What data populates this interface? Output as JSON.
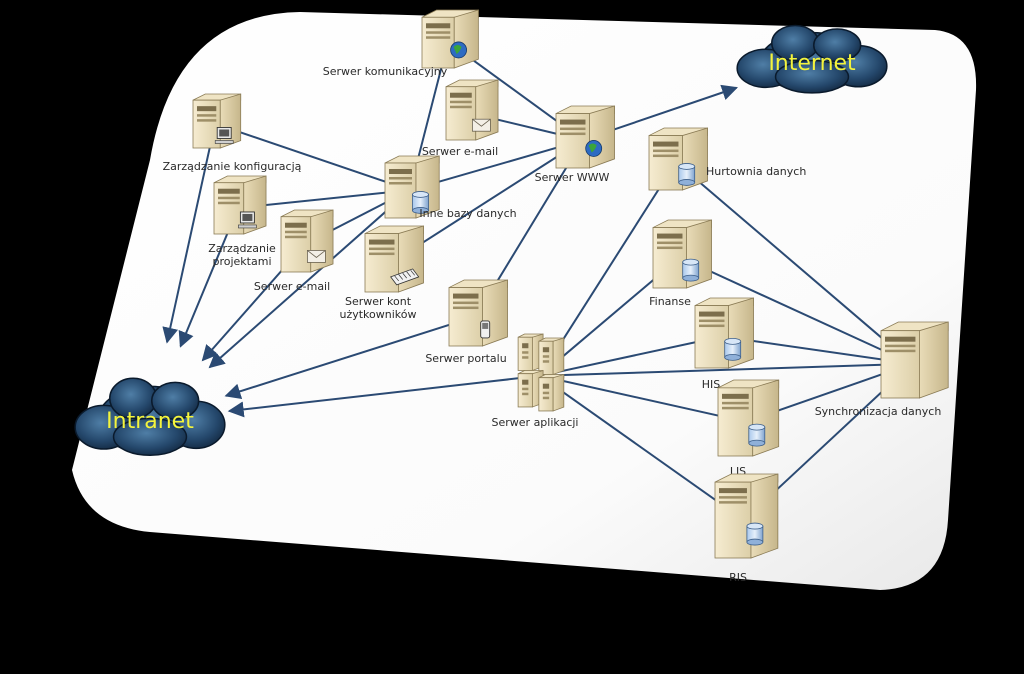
{
  "diagram": {
    "clouds": [
      {
        "id": "internet",
        "label": "Internet"
      },
      {
        "id": "intranet",
        "label": "Intranet"
      }
    ],
    "nodes": [
      {
        "id": "komunikacyjny",
        "label": "Serwer komunikacyjny",
        "badge": "globe"
      },
      {
        "id": "email1",
        "label": "Serwer e-mail",
        "badge": "mail"
      },
      {
        "id": "www",
        "label": "Serwer WWW",
        "badge": "globe"
      },
      {
        "id": "konfig",
        "label": "Zarządzanie konfiguracją",
        "badge": "pc"
      },
      {
        "id": "projekty",
        "label": "Zarządzanie\nprojektami",
        "badge": "pc"
      },
      {
        "id": "email2",
        "label": "Serwer e-mail",
        "badge": "mail"
      },
      {
        "id": "inne",
        "label": "Inne bazy danych",
        "badge": "db"
      },
      {
        "id": "konta",
        "label": "Serwer kont\nużytkowników",
        "badge": "keys"
      },
      {
        "id": "hurtownia",
        "label": "Hurtownia danych",
        "badge": "db"
      },
      {
        "id": "portal",
        "label": "Serwer portalu",
        "badge": "phone"
      },
      {
        "id": "finanse",
        "label": "Finanse",
        "badge": "db"
      },
      {
        "id": "his",
        "label": "HIS",
        "badge": "db"
      },
      {
        "id": "aplikacji",
        "label": "Serwer aplikacji",
        "badge": "cluster"
      },
      {
        "id": "sync",
        "label": "Synchronizacja danych",
        "badge": "none"
      },
      {
        "id": "lis",
        "label": "LIS",
        "badge": "db"
      },
      {
        "id": "ris",
        "label": "RIS",
        "badge": "db"
      }
    ],
    "edges": [
      [
        "komunikacyjny",
        "inne",
        false
      ],
      [
        "komunikacyjny",
        "www",
        false
      ],
      [
        "email1",
        "www",
        false
      ],
      [
        "konfig",
        "inne",
        false
      ],
      [
        "projekty",
        "inne",
        false
      ],
      [
        "email2",
        "inne",
        false
      ],
      [
        "inne",
        "www",
        false
      ],
      [
        "konta",
        "www",
        false
      ],
      [
        "www",
        "internet",
        true
      ],
      [
        "www",
        "portal",
        false
      ],
      [
        "konfig",
        "intranet",
        true
      ],
      [
        "projekty",
        "intranet",
        true
      ],
      [
        "email2",
        "intranet",
        true
      ],
      [
        "inne",
        "intranet",
        true
      ],
      [
        "portal",
        "intranet",
        true
      ],
      [
        "aplikacji",
        "intranet",
        true
      ],
      [
        "hurtownia",
        "aplikacji",
        false
      ],
      [
        "hurtownia",
        "sync",
        false
      ],
      [
        "finanse",
        "aplikacji",
        false
      ],
      [
        "finanse",
        "sync",
        false
      ],
      [
        "his",
        "aplikacji",
        false
      ],
      [
        "his",
        "sync",
        false
      ],
      [
        "lis",
        "aplikacji",
        false
      ],
      [
        "lis",
        "sync",
        false
      ],
      [
        "ris",
        "aplikacji",
        false
      ],
      [
        "ris",
        "sync",
        false
      ],
      [
        "aplikacji",
        "sync",
        false
      ]
    ]
  }
}
